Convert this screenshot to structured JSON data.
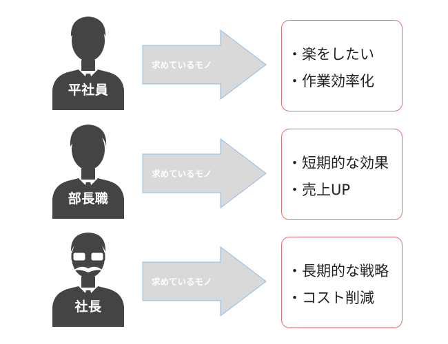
{
  "colors": {
    "person": "#444444",
    "arrow_fill": "#d9d9d9",
    "arrow_stroke": "#9dc3e6",
    "box_border": "#e0706a"
  },
  "rows": [
    {
      "role": "平社員",
      "arrow_text": "求めているモノ",
      "needs": [
        "・楽をしたい",
        "・作業効率化"
      ],
      "icon": "staff-person-icon"
    },
    {
      "role": "部長職",
      "arrow_text": "求めているモノ",
      "needs": [
        "・短期的な効果",
        "・売上UP"
      ],
      "icon": "manager-person-icon"
    },
    {
      "role": "社長",
      "arrow_text": "求めているモノ",
      "needs": [
        "・長期的な戦略",
        "・コスト削減"
      ],
      "icon": "president-person-icon"
    }
  ]
}
